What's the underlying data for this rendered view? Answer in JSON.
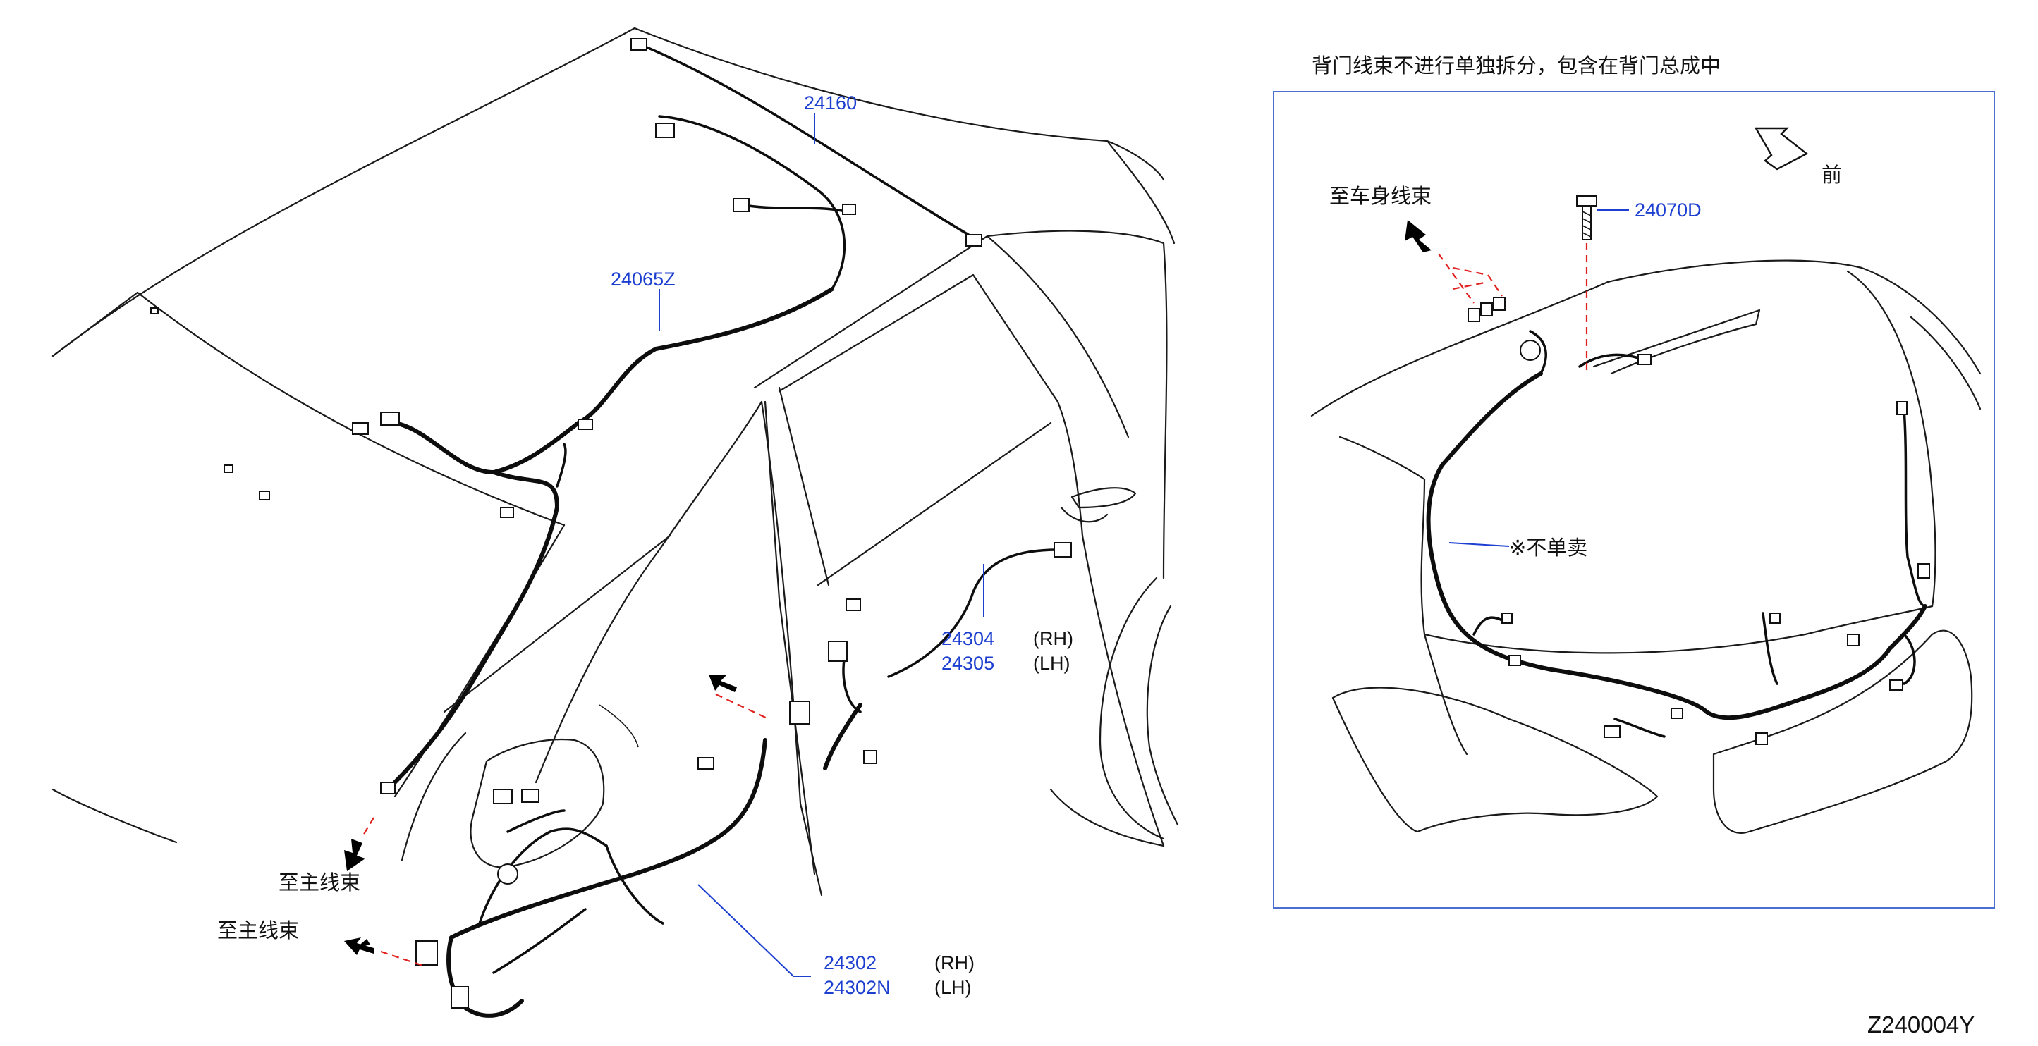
{
  "diagram_code": "Z240004Y",
  "callouts": {
    "roof_harness": "24160",
    "roof_sub_harness": "24065Z",
    "rear_door_rh": "24304",
    "rear_door_lh": "24305",
    "front_door_rh": "24302",
    "front_door_lh": "24302N",
    "back_door_bolt": "24070D"
  },
  "side_labels": {
    "rh": "(RH)",
    "lh": "(LH)"
  },
  "notes": {
    "to_main_harness_upper": "至主线束",
    "to_main_harness_lower": "至主线束",
    "inset_title": "背门线束不进行单独拆分，包含在背门总成中",
    "to_body_harness": "至车身线束",
    "front": "前",
    "not_sold_separately": "※不单卖"
  },
  "colors": {
    "part_number": "#1c3fd0",
    "leader_line": "#1c3fd0",
    "dashed_guide": "#e0211d",
    "inset_frame": "#4a6fcf",
    "outline": "#1a1a1a"
  }
}
